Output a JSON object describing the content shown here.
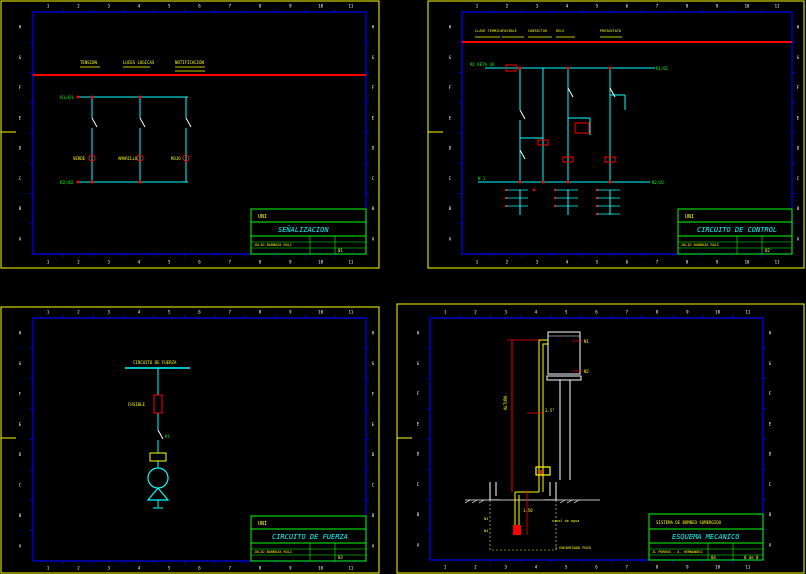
{
  "colors": {
    "background": "#000000",
    "sheet_border": "#ffff00",
    "frame": "#0000ff",
    "title_block": "#00ff00",
    "red_line": "#ff0000",
    "wire": "#00ffff",
    "label": "#ffff00",
    "component": "#ff0000",
    "ruler_text": "#ffffff"
  },
  "ruler": {
    "columns": [
      "1",
      "2",
      "3",
      "4",
      "5",
      "6",
      "7",
      "8",
      "9",
      "10",
      "11"
    ],
    "rows": [
      "H",
      "G",
      "F",
      "E",
      "D",
      "C",
      "B",
      "A"
    ]
  },
  "sheets": [
    {
      "id": "senalizacion",
      "title": "SEÑALIZACION",
      "block_logo": "UNI",
      "block_author": "JULIO BARBOZA ROLI",
      "block_code": "01",
      "header_labels": [
        "TENSION",
        "LUCES LOGICAS",
        "NOTIFICACION"
      ],
      "left_labels": [
        "R1/01",
        "R2/02"
      ],
      "lamp_labels": [
        "VERDE",
        "AMARILLO",
        "ROJO"
      ]
    },
    {
      "id": "control",
      "title": "CIRCUITO DE CONTROL",
      "block_logo": "UNI",
      "block_author": "JULIO BARBOZA ROLI",
      "block_code": "02",
      "top_left": "R1 RETA 20",
      "top_right": "R1/02",
      "bottom_left": "N 1",
      "bottom_right": "N2/02",
      "header_labels": [
        "LLAVE TERMICA",
        "FUSIBLE",
        "CONTACTOR",
        "RELE",
        "PRESOSTATO"
      ]
    },
    {
      "id": "fuerza",
      "title": "CIRCUITO DE FUERZA",
      "block_logo": "UNI",
      "block_author": "JULIO BARBOZA ROLI",
      "block_code": "03",
      "bus_label": "CIRCUITO DE FUERZA",
      "fuse_label": "FUSIBLE",
      "switch_label": "K1"
    },
    {
      "id": "mecanico",
      "title": "ESQUEMA MECANICO",
      "block_header": "SISTEMA DE BOMBEO SUMERGIDO",
      "block_author": "JL PORRAS - A. HERNANDEZ",
      "block_code": "04",
      "scale": "0 de 0",
      "height_label": "ALTURA",
      "pipe_label": "1.5\"",
      "level_label": "1.50",
      "bottom_note": "1 ENCAMISADO POZO",
      "tank_labels": [
        "N1",
        "N2"
      ],
      "well_note": "nivel de agua",
      "depth_labels": [
        "N3",
        "N4"
      ]
    }
  ]
}
